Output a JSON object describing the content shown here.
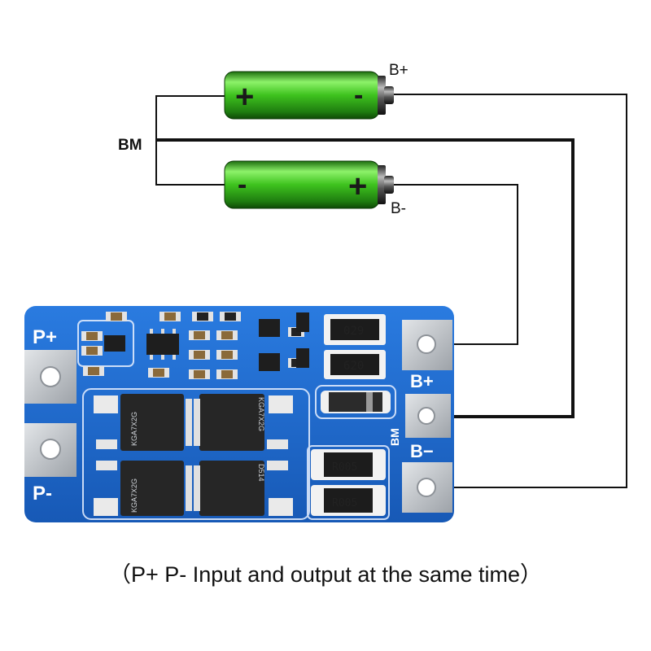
{
  "batteries": [
    {
      "left_sign": "+",
      "right_sign": "-"
    },
    {
      "left_sign": "-",
      "right_sign": "+"
    }
  ],
  "wire_labels": {
    "b_plus": "B+",
    "b_minus": "B-",
    "bm": "BM"
  },
  "board": {
    "pad_p_plus": "P+",
    "pad_p_minus": "P-",
    "pad_b_plus": "B+",
    "pad_b_minus": "B−",
    "pad_bm": "BM",
    "resistor_top": "029",
    "resistor_mid": "620",
    "shunt_1": "R005",
    "shunt_2": "R005",
    "mosfet_marking": "KGA7X2G",
    "mosfet_code": "D514"
  },
  "caption": "（P+ P- Input and output at the same time）",
  "colors": {
    "board_blue": "#1f6fd0",
    "battery_green": "#3ec21e",
    "pad_silver": "#c9cdd2",
    "wire": "#111111"
  }
}
